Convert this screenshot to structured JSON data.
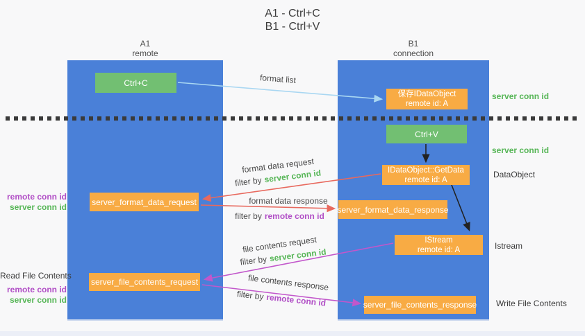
{
  "title": {
    "line1": "A1 - Ctrl+C",
    "line2": "B1 - Ctrl+V"
  },
  "lanes": {
    "left": {
      "id": "A1",
      "label": "remote"
    },
    "right": {
      "id": "B1",
      "label": "connection"
    }
  },
  "nodes": {
    "ctrl_c": {
      "label": "Ctrl+C"
    },
    "save_dataobject": {
      "line1": "保存IDataObject",
      "line2": "remote id: A"
    },
    "ctrl_v": {
      "label": "Ctrl+V"
    },
    "getdata": {
      "line1": "IDataObject::GetData",
      "line2": "remote id: A"
    },
    "format_request": {
      "label": "server_format_data_request"
    },
    "format_response": {
      "label": "server_format_data_response"
    },
    "istream": {
      "line1": "IStream",
      "line2": "remote id: A"
    },
    "file_request": {
      "label": "server_file_contents_request"
    },
    "file_response": {
      "label": "server_file_contents_response"
    }
  },
  "annotations": {
    "server_conn_id_top": "server conn id",
    "server_conn_id_mid": "server conn id",
    "dataobject": "DataObject",
    "istream": "Istream",
    "read_file_contents": "Read File Contents",
    "write_file_contents": "Write File Contents",
    "left_pair1": {
      "remote": "remote conn id",
      "server": "server conn id"
    },
    "left_pair2": {
      "remote": "remote conn id",
      "server": "server conn id"
    }
  },
  "flows": {
    "format_list": {
      "label": "format list"
    },
    "format_data_request": {
      "label": "format data request",
      "filter_prefix": "filter by",
      "filter_key": "server conn id"
    },
    "format_data_response": {
      "label": "format data response",
      "filter_prefix": "filter by",
      "filter_key": "remote conn id"
    },
    "file_contents_request": {
      "label": "file contents request",
      "filter_prefix": "filter by",
      "filter_key": "server conn id"
    },
    "file_contents_response": {
      "label": "file contents response",
      "filter_prefix": "filter by",
      "filter_key": "remote conn id"
    }
  },
  "colors": {
    "lane_blue": "#4a80d8",
    "node_green": "#72bf72",
    "node_orange": "#f8ab44",
    "arrow_light_blue": "#a9d7f2",
    "arrow_red": "#e8695e",
    "arrow_magenta": "#c257cb",
    "arrow_black": "#222222",
    "text_green": "#57b657",
    "text_purple": "#b14fc6",
    "text_dark": "#3c3c3c"
  }
}
